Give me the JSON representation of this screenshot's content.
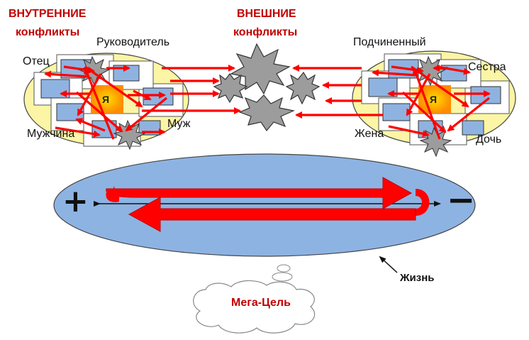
{
  "headings": {
    "internal_line1": "ВНУТРЕННИЕ",
    "internal_line2": "конфликты",
    "external_line1": "ВНЕШНИЕ",
    "external_line2": "конфликты"
  },
  "left_roles": {
    "leader": "Руководитель",
    "father": "Отец",
    "man": "Мужчина",
    "husband": "Муж",
    "self": "Я"
  },
  "right_roles": {
    "subordinate": "Подчиненный",
    "sister": "Сестра",
    "wife": "Жена",
    "daughter": "Дочь",
    "self": "Я"
  },
  "life": {
    "plus": "+",
    "minus": "−",
    "label": "Жизнь"
  },
  "goal": "Мега-Цель",
  "colors": {
    "accent_red": "#ff0000",
    "heading_red": "#c00000",
    "ellipse_blue": "#8db3e2",
    "ellipse_yellow": "#fbf5a5",
    "box_blue": "#8fb3e0",
    "star_gray": "#9c9c9c"
  }
}
